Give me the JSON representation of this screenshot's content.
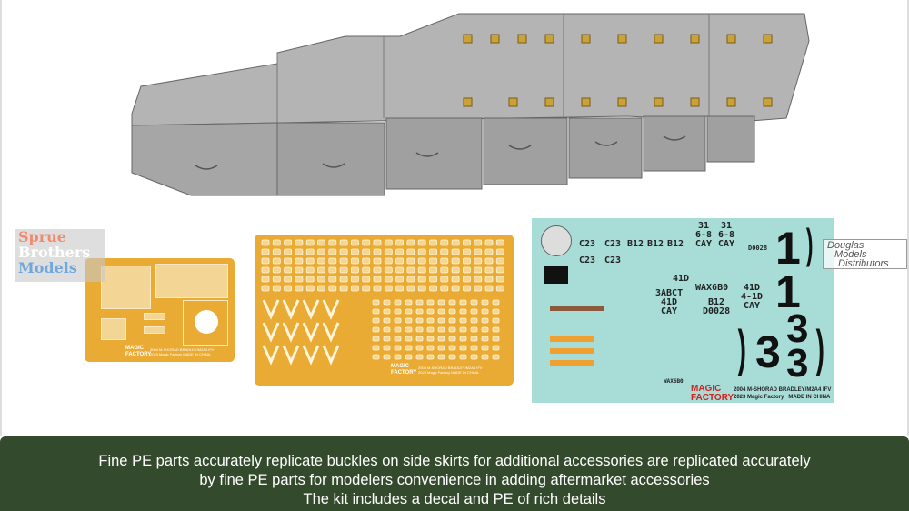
{
  "watermarks": {
    "sprue": [
      "Sprue",
      "Brothers",
      "Models"
    ],
    "douglas": [
      "Douglas",
      "Models",
      "Distributors"
    ]
  },
  "pe_sheet_small": {
    "brand": [
      "MAGIC",
      "FACTORY"
    ],
    "info": [
      "2004 M-SHORAD BRADLEY/M2A4 IFV",
      "2023 Magic Factory  MADE IN CHINA"
    ]
  },
  "pe_sheet_large": {
    "brand": [
      "MAGIC",
      "FACTORY"
    ],
    "info": [
      "2004 M-SHORAD BRADLEY/M2A4 IFV",
      "2023 Magic Factory  MADE IN CHINA"
    ]
  },
  "decal_sheet": {
    "markings": [
      "C23",
      "C23",
      "C23",
      "C23",
      "B12",
      "B12",
      "B12",
      "31\n6-8\nCAY",
      "31\n6-8\nCAY",
      "D0028",
      "41D",
      "3ABCT\n41D\nCAY",
      "WAX6B0",
      "B12\nD0028",
      "41D\n4-1D\nCAY",
      "WAX6B0"
    ],
    "big_numbers": [
      "1",
      "1",
      "3",
      "3",
      "3"
    ],
    "brand": [
      "MAGIC",
      "FACTORY"
    ],
    "info": [
      "2004 M-SHORAD BRADLEY/M2A4 IFV",
      "2023 Magic Factory",
      "MADE IN CHINA"
    ]
  },
  "colors": {
    "caption_bg": "#344a2c",
    "pe_gold": "#e9ab34",
    "decal_bg": "#a7dcd7",
    "hull_gray": "#a9a9a9"
  },
  "caption": {
    "lines": [
      "Fine PE parts accurately replicate buckles on side skirts for additional accessories are replicated accurately",
      "by fine PE parts for modelers convenience in adding aftermarket accessories",
      "The kit includes a decal and PE of rich details"
    ]
  }
}
